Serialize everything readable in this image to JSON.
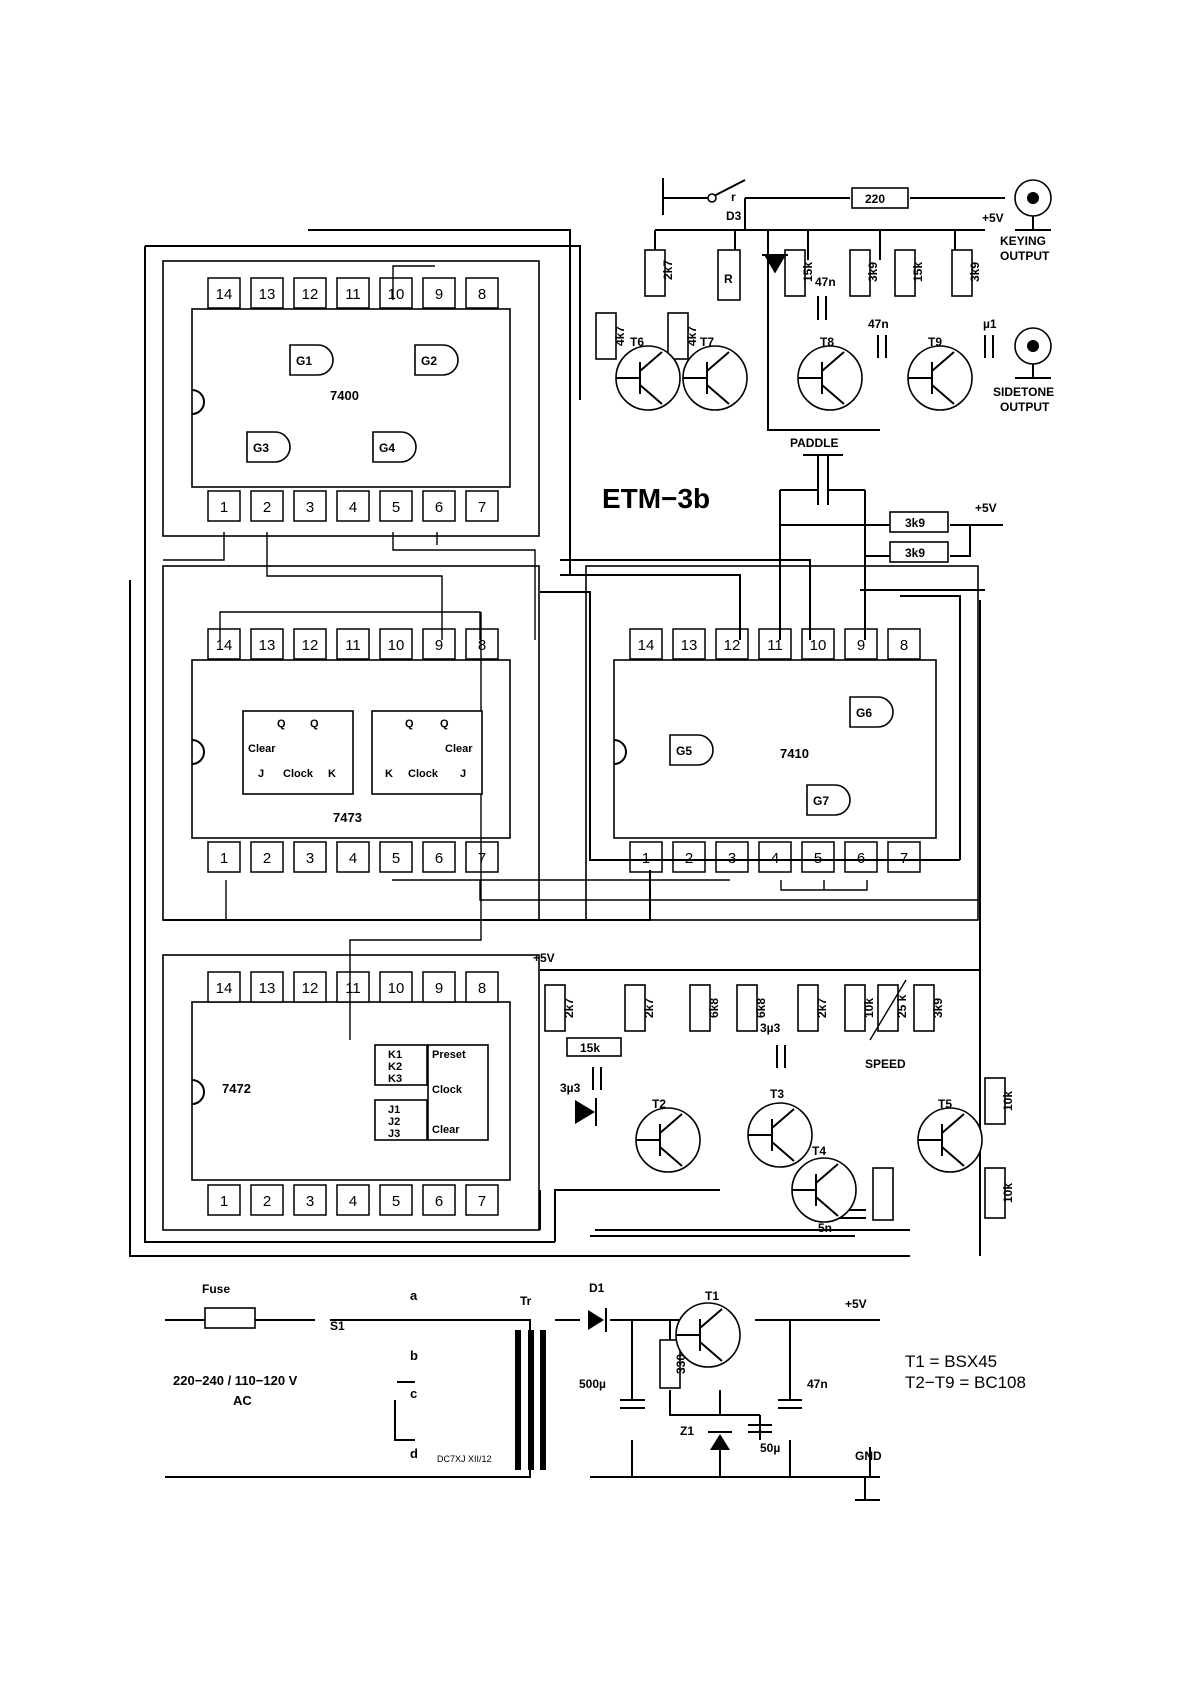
{
  "title": "ETM−3b",
  "ics": {
    "u1": "7400",
    "u2": "7473",
    "u3": "7410",
    "u4": "7472"
  },
  "pins_top": [
    "14",
    "13",
    "12",
    "11",
    "10",
    "9",
    "8"
  ],
  "pins_bottom": [
    "1",
    "2",
    "3",
    "4",
    "5",
    "6",
    "7"
  ],
  "gates": [
    "G1",
    "G2",
    "G3",
    "G4",
    "G5",
    "G6",
    "G7"
  ],
  "flipflop_labels": {
    "q": "Q",
    "qbar": "Q",
    "clear": "Clear",
    "j": "J",
    "k": "K",
    "clock": "Clock",
    "preset": "Preset",
    "k1": "K1",
    "k2": "K2",
    "k3": "K3",
    "j1": "J1",
    "j2": "J2",
    "j3": "J3"
  },
  "transistors": [
    "T1",
    "T2",
    "T3",
    "T4",
    "T5",
    "T6",
    "T7",
    "T8",
    "T9"
  ],
  "resistors": [
    "220",
    "2k7",
    "R",
    "15k",
    "3k9",
    "15k",
    "3k9",
    "4k7",
    "4k7",
    "3k9",
    "3k9",
    "2k7",
    "2k7",
    "6k8",
    "6k8",
    "2k7",
    "10k",
    "25 k",
    "3k9",
    "15k",
    "10k",
    "10k",
    "330"
  ],
  "capacitors": [
    "47n",
    "47n",
    "µ1",
    "3µ3",
    "3µ3",
    "5n",
    "500µ",
    "47n",
    "50µ"
  ],
  "supply": "+5V",
  "diodes": [
    "D3",
    "D1",
    "Z1"
  ],
  "switches": {
    "relay": "r",
    "s1": "S1"
  },
  "outputs": {
    "keying_1": "KEYING",
    "keying_2": "OUTPUT",
    "sidetone_1": "SIDETONE",
    "sidetone_2": "OUTPUT"
  },
  "paddle": "PADDLE",
  "speed": "SPEED",
  "power": {
    "fuse": "Fuse",
    "mains_1": "220−240 / 110−120 V",
    "mains_2": "AC",
    "terminals": [
      "a",
      "b",
      "c",
      "d"
    ],
    "transformer": "Tr",
    "gnd": "GND",
    "credit": "DC7XJ XII/12"
  },
  "notes": [
    "T1 = BSX45",
    "T2−T9 = BC108"
  ]
}
